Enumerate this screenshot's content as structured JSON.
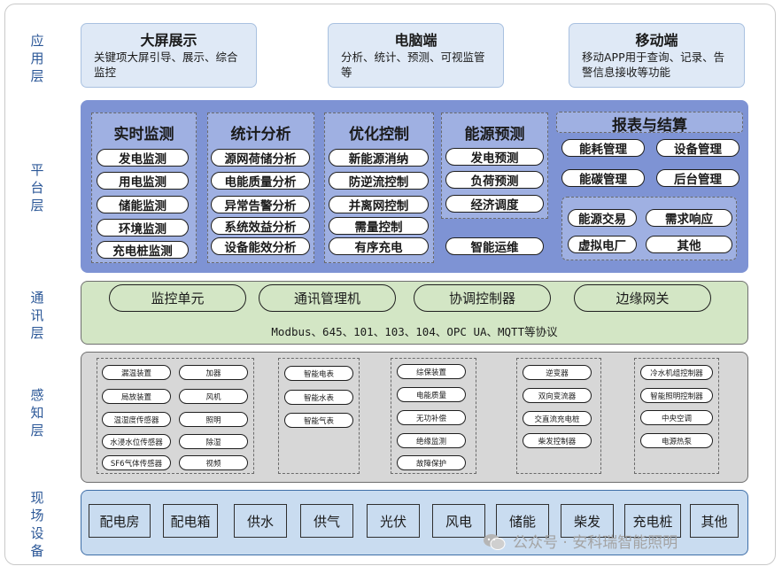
{
  "layers": {
    "app": "应\n用\n层",
    "platform": "平\n台\n层",
    "comm": "通\n讯\n层",
    "sensing": "感\n知\n层",
    "field": "现\n场\n设\n备"
  },
  "app": {
    "cards": [
      {
        "title": "大屏展示",
        "desc": "关键项大屏引导、展示、综合监控"
      },
      {
        "title": "电脑端",
        "desc": "分析、统计、预测、可视监管等"
      },
      {
        "title": "移动端",
        "desc": "移动APP用于查询、记录、告警信息接收等功能"
      }
    ]
  },
  "platform": {
    "col1": {
      "title": "实时监测",
      "items": [
        "发电监测",
        "用电监测",
        "储能监测",
        "环境监测",
        "充电桩监测"
      ]
    },
    "col2": {
      "title": "统计分析",
      "items": [
        "源网荷储分析",
        "电能质量分析",
        "异常告警分析",
        "系统效益分析",
        "设备能效分析"
      ]
    },
    "col3": {
      "title": "优化控制",
      "items": [
        "新能源消纳",
        "防逆流控制",
        "并离网控制",
        "需量控制",
        "有序充电"
      ]
    },
    "col4": {
      "title": "能源预测",
      "items": [
        "发电预测",
        "负荷预测",
        "经济调度"
      ],
      "extra": "智能运维"
    },
    "col5": {
      "title": "报表与结算",
      "row1": [
        "能耗管理",
        "设备管理"
      ],
      "row2": [
        "能碳管理",
        "后台管理"
      ],
      "inner": [
        "能源交易",
        "需求响应",
        "虚拟电厂",
        "其他"
      ]
    }
  },
  "comm": {
    "items": [
      "监控单元",
      "通讯管理机",
      "协调控制器",
      "边缘网关"
    ],
    "protocol": "Modbus、645、101、103、104、OPC UA、MQTT等协议"
  },
  "sensing": {
    "g1": [
      "漏温装置",
      "加器",
      "局放装置",
      "风机",
      "温湿度传感器",
      "照明",
      "水浸水位传感器",
      "除湿",
      "SF6气体传感器",
      "视频"
    ],
    "g2": [
      "智能电表",
      "智能水表",
      "智能气表"
    ],
    "g3": [
      "综保装置",
      "电能质量",
      "无功补偿",
      "绝缘监测",
      "故障保护"
    ],
    "g4": [
      "逆变器",
      "双向变流器",
      "交直流充电桩",
      "柴发控制器"
    ],
    "g5": [
      "冷水机组控制器",
      "智能照明控制器",
      "中央空调",
      "电源热泵"
    ]
  },
  "field": {
    "items": [
      "配电房",
      "配电箱",
      "供水",
      "供气",
      "光伏",
      "风电",
      "储能",
      "柴发",
      "充电桩",
      "其他"
    ]
  },
  "watermark": "公众号 · 安科瑞智能照明"
}
